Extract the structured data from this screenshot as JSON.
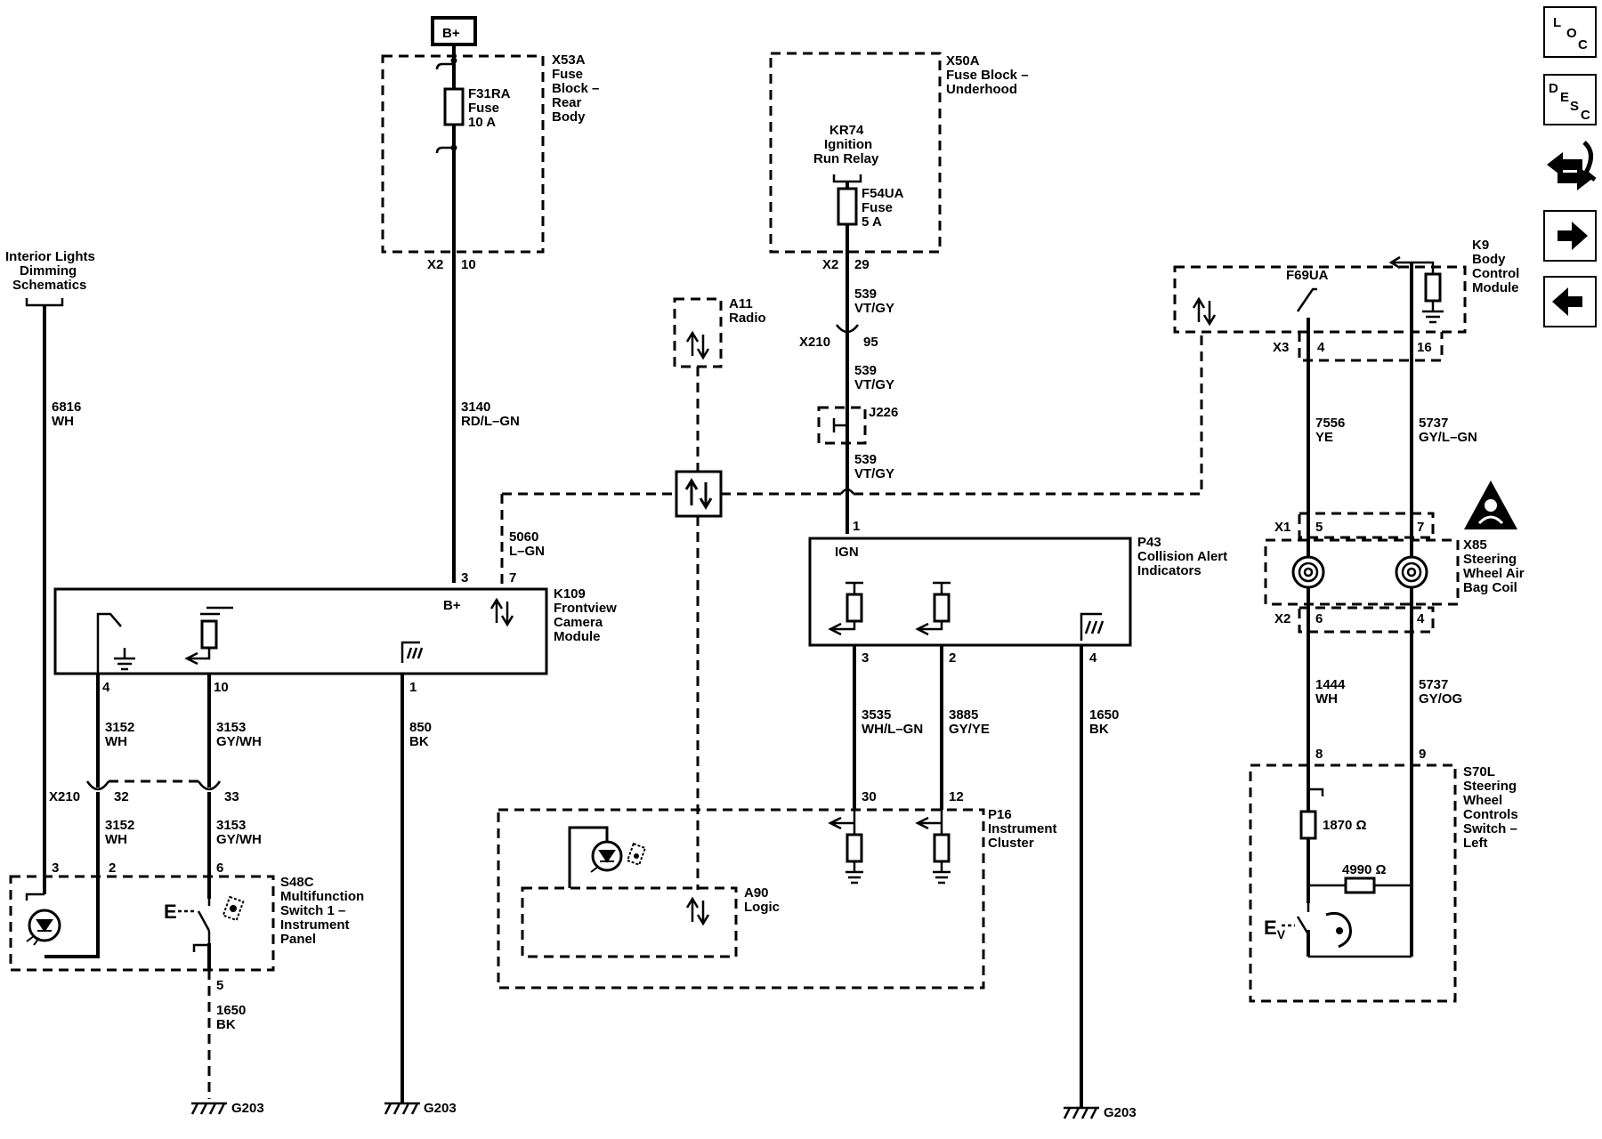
{
  "battery_label": "B+",
  "nav": {
    "loc": [
      "L",
      "O",
      "C"
    ],
    "desc": [
      "D",
      "E",
      "S",
      "C"
    ]
  },
  "labels": {
    "interior_lights": [
      "Interior Lights",
      "Dimming",
      "Schematics"
    ],
    "x53a": [
      "X53A",
      "Fuse",
      "Block –",
      "Rear",
      "Body"
    ],
    "f31ra": [
      "F31RA",
      "Fuse",
      "10 A"
    ],
    "x50a": [
      "X50A",
      "Fuse Block –",
      "Underhood"
    ],
    "kr74": [
      "KR74",
      "Ignition",
      "Run Relay"
    ],
    "f54ua": [
      "F54UA",
      "Fuse",
      "5 A"
    ],
    "a11": [
      "A11",
      "Radio"
    ],
    "k9": [
      "K9",
      "Body",
      "Control",
      "Module"
    ],
    "f69ua": "F69UA",
    "k109": [
      "K109",
      "Frontview",
      "Camera",
      "Module"
    ],
    "p43": [
      "P43",
      "Collision Alert",
      "Indicators"
    ],
    "x85": [
      "X85",
      "Steering",
      "Wheel Air",
      "Bag Coil"
    ],
    "s48c": [
      "S48C",
      "Multifunction",
      "Switch 1 –",
      "Instrument",
      "Panel"
    ],
    "p16": [
      "P16",
      "Instrument",
      "Cluster"
    ],
    "a90": [
      "A90",
      "Logic"
    ],
    "s70l": [
      "S70L",
      "Steering",
      "Wheel",
      "Controls",
      "Switch –",
      "Left"
    ],
    "j226": "J226",
    "ign": "IGN",
    "bplus_pin": "B+",
    "res_1870": "1870 Ω",
    "res_4990": "4990 Ω",
    "ev": "E",
    "ev_sub": "V",
    "e_switch": "E"
  },
  "connectors": {
    "x2_left": "X2",
    "x2_left_pin": "10",
    "x2_mid": "X2",
    "x2_mid_pin": "29",
    "x210_top": "X210",
    "x210_top_pin": "95",
    "x3": "X3",
    "x3_pin4": "4",
    "x3_pin16": "16",
    "x1": "X1",
    "x1_pin5": "5",
    "x1_pin7": "7",
    "x2_right": "X2",
    "x2_right_pin6": "6",
    "x2_right_pin4": "4",
    "x210_low": "X210",
    "x210_low_pin32": "32",
    "x210_low_pin33": "33"
  },
  "pins": {
    "k109_3": "3",
    "k109_7": "7",
    "k109_4": "4",
    "k109_10": "10",
    "k109_1": "1",
    "p43_1": "1",
    "p43_3": "3",
    "p43_2": "2",
    "p43_4": "4",
    "p16_30": "30",
    "p16_12": "12",
    "s48c_3": "3",
    "s48c_2": "2",
    "s48c_6": "6",
    "s48c_5": "5",
    "s70l_8": "8",
    "s70l_9": "9"
  },
  "wires": {
    "w6816": [
      "6816",
      "WH"
    ],
    "w3140": [
      "3140",
      "RD/L–GN"
    ],
    "w539a": [
      "539",
      "VT/GY"
    ],
    "w539b": [
      "539",
      "VT/GY"
    ],
    "w539c": [
      "539",
      "VT/GY"
    ],
    "w5060": [
      "5060",
      "L–GN"
    ],
    "w7556": [
      "7556",
      "YE"
    ],
    "w5737a": [
      "5737",
      "GY/L–GN"
    ],
    "w3152a": [
      "3152",
      "WH"
    ],
    "w3153a": [
      "3153",
      "GY/WH"
    ],
    "w850": [
      "850",
      "BK"
    ],
    "w3535": [
      "3535",
      "WH/L–GN"
    ],
    "w3885": [
      "3885",
      "GY/YE"
    ],
    "w1650a": [
      "1650",
      "BK"
    ],
    "w1444": [
      "1444",
      "WH"
    ],
    "w5737b": [
      "5737",
      "GY/OG"
    ],
    "w3152b": [
      "3152",
      "WH"
    ],
    "w3153b": [
      "3153",
      "GY/WH"
    ],
    "w1650b": [
      "1650",
      "BK"
    ]
  },
  "grounds": {
    "g1": "G203",
    "g2": "G203",
    "g3": "G203"
  }
}
